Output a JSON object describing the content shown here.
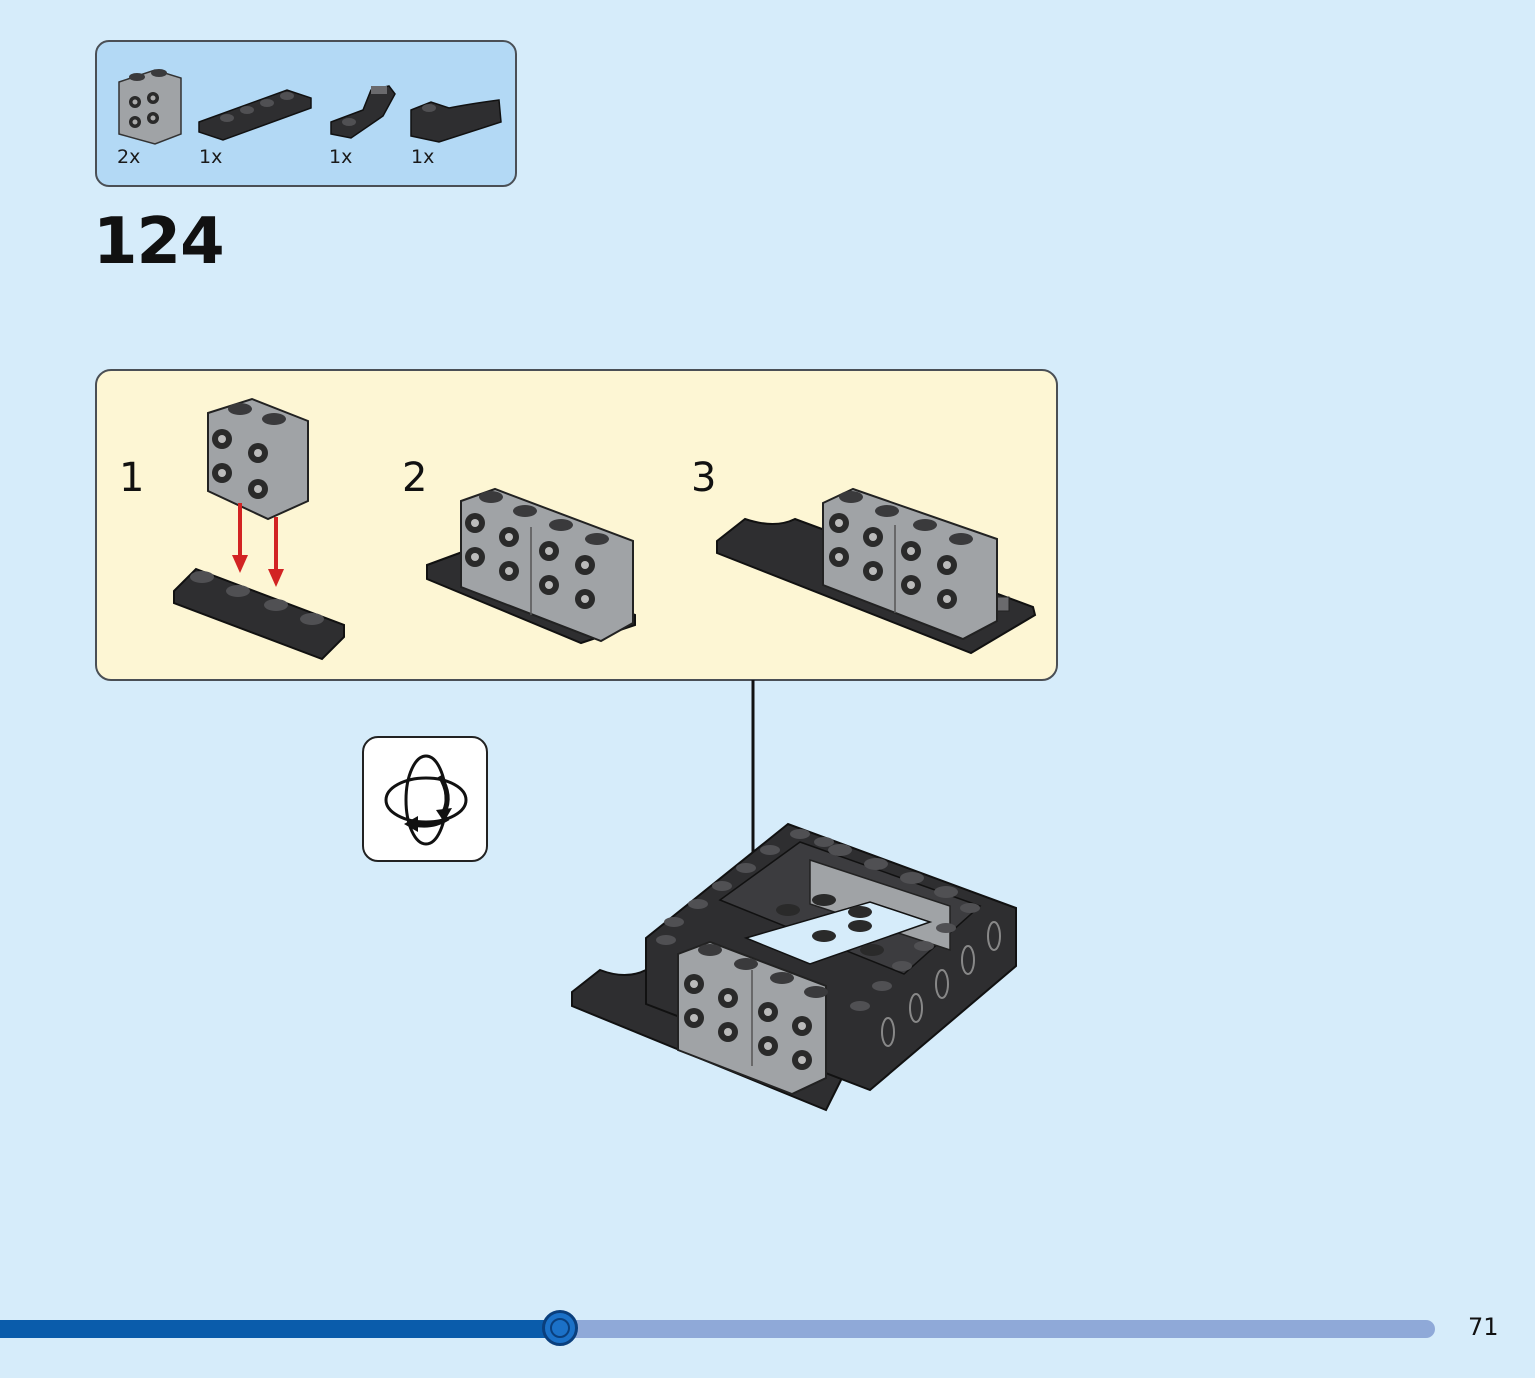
{
  "parts_list": {
    "items": [
      {
        "icon": "gray-2x2-side-stud-brick-icon",
        "qty": "2x"
      },
      {
        "icon": "black-1x4-plate-icon",
        "qty": "1x"
      },
      {
        "icon": "black-bracket-plate-icon",
        "qty": "1x"
      },
      {
        "icon": "black-curved-slope-icon",
        "qty": "1x"
      }
    ]
  },
  "step": {
    "number": "124"
  },
  "substeps": {
    "labels": [
      "1",
      "2",
      "3"
    ]
  },
  "colors": {
    "page_background": "#d6ecfa",
    "parts_panel": "#b3d9f5",
    "substep_panel": "#fdf6d4",
    "brick_gray": "#a0a3a6",
    "brick_black": "#2e2e30",
    "arrow_red": "#d22323"
  },
  "progress": {
    "fraction": 0.39
  },
  "page": {
    "number": "71"
  }
}
